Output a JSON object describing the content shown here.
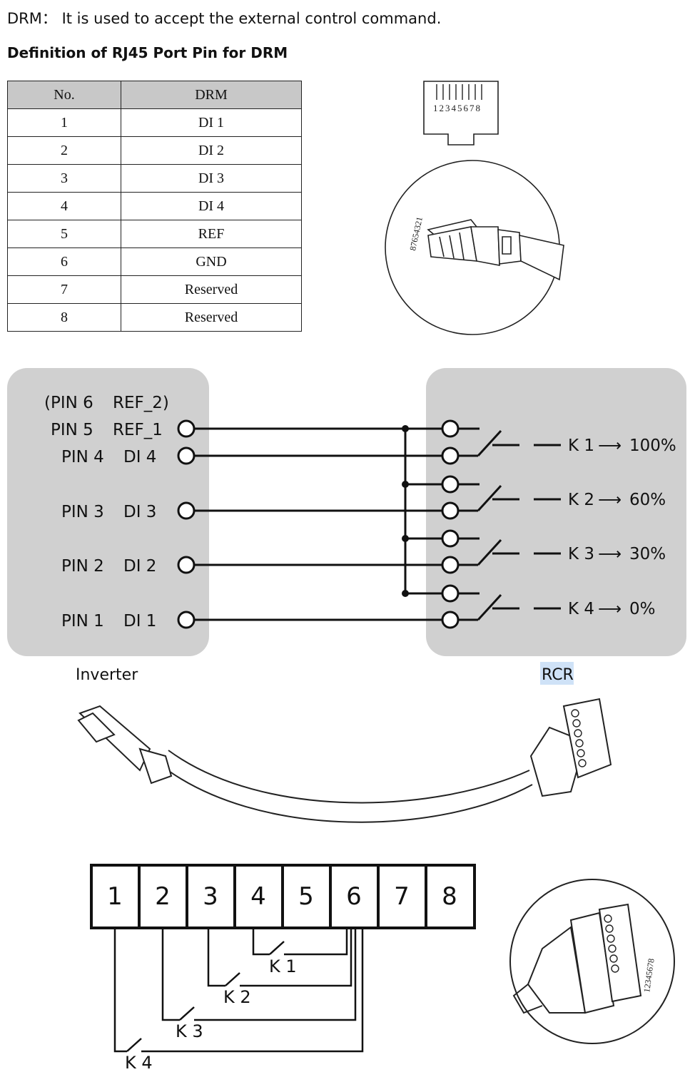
{
  "intro": {
    "prefix": "DRM：",
    "text": "It is used to accept the external control command."
  },
  "section_title": "Definition of RJ45 Port Pin for DRM",
  "pin_table": {
    "headers": [
      "No.",
      "DRM"
    ],
    "rows": [
      {
        "no": "1",
        "drm": "DI 1"
      },
      {
        "no": "2",
        "drm": "DI 2"
      },
      {
        "no": "3",
        "drm": "DI 3"
      },
      {
        "no": "4",
        "drm": "DI 4"
      },
      {
        "no": "5",
        "drm": "REF"
      },
      {
        "no": "6",
        "drm": "GND"
      },
      {
        "no": "7",
        "drm": "Reserved"
      },
      {
        "no": "8",
        "drm": "Reserved"
      }
    ]
  },
  "rj45_port_label": "12345678",
  "rj45_plug_label": "87654321",
  "inverter_block": {
    "pins": [
      {
        "pin": "(PIN 6",
        "sig": "REF_2)"
      },
      {
        "pin": "PIN 5",
        "sig": "REF_1"
      },
      {
        "pin": "PIN 4",
        "sig": "DI 4"
      },
      {
        "pin": "PIN 3",
        "sig": "DI 3"
      },
      {
        "pin": "PIN 2",
        "sig": "DI 2"
      },
      {
        "pin": "PIN 1",
        "sig": "DI 1"
      }
    ],
    "caption": "Inverter"
  },
  "rcr_block": {
    "switches": [
      {
        "name": "K 1",
        "value": "100%"
      },
      {
        "name": "K 2",
        "value": "60%"
      },
      {
        "name": "K 3",
        "value": "30%"
      },
      {
        "name": "K 4",
        "value": "0%"
      }
    ],
    "caption": "RCR"
  },
  "terminal_block": {
    "terminals": [
      "1",
      "2",
      "3",
      "4",
      "5",
      "6",
      "7",
      "8"
    ],
    "switch_labels": [
      "K 1",
      "K 2",
      "K 3",
      "K 4"
    ]
  },
  "plug_terminal_label": "12345678",
  "colors": {
    "panel_gray": "#d0d0d0",
    "table_header_gray": "#c8c8c8",
    "highlight_blue": "#cfe2f7"
  }
}
